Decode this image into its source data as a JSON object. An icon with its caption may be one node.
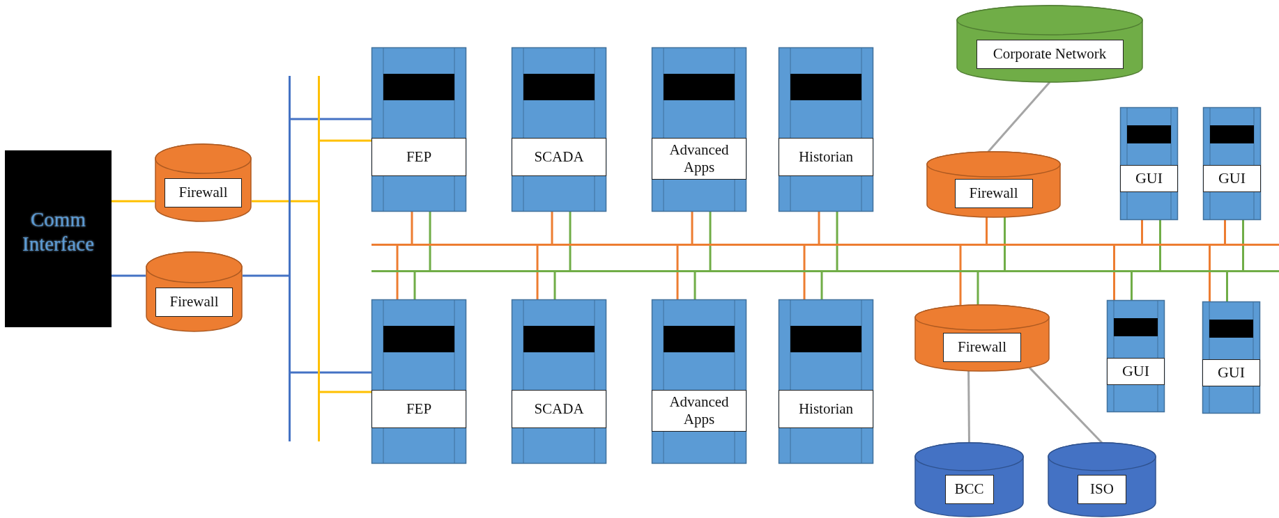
{
  "diagram": {
    "nodes": [
      {
        "text": [
          "Comm Interface"
        ]
      },
      {
        "text": [
          "Firewall"
        ]
      },
      {
        "text": [
          "Firewall"
        ]
      },
      {
        "text": [],
        "shape": "bar"
      },
      {
        "text": [],
        "shape": "bar"
      },
      {
        "text": [
          "FEP"
        ]
      },
      {
        "text": [
          "SCADA"
        ]
      },
      {
        "text": [
          "Advanced Apps"
        ]
      },
      {
        "text": [
          "Historian"
        ]
      },
      {
        "text": [],
        "shape": "bar"
      },
      {
        "text": [],
        "shape": "bar"
      },
      {
        "text": [
          "FEP"
        ]
      },
      {
        "text": [
          "SCADA"
        ]
      },
      {
        "text": [
          "Advanced Apps"
        ]
      },
      {
        "text": [
          "Historian"
        ]
      },
      {
        "text": [
          "Corporate Network"
        ]
      },
      {
        "text": [
          "Firewall"
        ]
      },
      {
        "text": [
          "Firewall"
        ]
      },
      {
        "text": [
          "BCC"
        ]
      },
      {
        "text": [
          "ISO"
        ]
      },
      {
        "text": [
          "GUI"
        ]
      },
      {
        "text": [
          "GUI"
        ]
      },
      {
        "text": [
          "GUI"
        ]
      },
      {
        "text": [
          "GUI"
        ]
      }
    ],
    "edges": [
      {
        "from": 0,
        "to": 1,
        "arrow": "none",
        "color": "#ffc000"
      },
      {
        "from": 1,
        "to": 4,
        "arrow": "none",
        "color": "#ffc000"
      },
      {
        "from": 0,
        "to": 2,
        "arrow": "none",
        "color": "#4472c4"
      },
      {
        "from": 2,
        "to": 3,
        "arrow": "none",
        "color": "#4472c4"
      },
      {
        "from": 3,
        "to": 5,
        "arrow": "none",
        "color": "#4472c4"
      },
      {
        "from": 4,
        "to": 5,
        "arrow": "none",
        "color": "#ffc000"
      },
      {
        "from": 3,
        "to": 11,
        "arrow": "none",
        "color": "#4472c4"
      },
      {
        "from": 4,
        "to": 11,
        "arrow": "none",
        "color": "#ffc000"
      },
      {
        "from": 5,
        "to": 9,
        "arrow": "none",
        "color": "#ed7d31"
      },
      {
        "from": 5,
        "to": 10,
        "arrow": "none",
        "color": "#70ad47"
      },
      {
        "from": 6,
        "to": 9,
        "arrow": "none",
        "color": "#ed7d31"
      },
      {
        "from": 6,
        "to": 10,
        "arrow": "none",
        "color": "#70ad47"
      },
      {
        "from": 7,
        "to": 9,
        "arrow": "none",
        "color": "#ed7d31"
      },
      {
        "from": 7,
        "to": 10,
        "arrow": "none",
        "color": "#70ad47"
      },
      {
        "from": 8,
        "to": 9,
        "arrow": "none",
        "color": "#ed7d31"
      },
      {
        "from": 8,
        "to": 10,
        "arrow": "none",
        "color": "#70ad47"
      },
      {
        "from": 11,
        "to": 9,
        "arrow": "none",
        "color": "#ed7d31"
      },
      {
        "from": 11,
        "to": 10,
        "arrow": "none",
        "color": "#70ad47"
      },
      {
        "from": 12,
        "to": 9,
        "arrow": "none",
        "color": "#ed7d31"
      },
      {
        "from": 12,
        "to": 10,
        "arrow": "none",
        "color": "#70ad47"
      },
      {
        "from": 13,
        "to": 9,
        "arrow": "none",
        "color": "#ed7d31"
      },
      {
        "from": 13,
        "to": 10,
        "arrow": "none",
        "color": "#70ad47"
      },
      {
        "from": 14,
        "to": 9,
        "arrow": "none",
        "color": "#ed7d31"
      },
      {
        "from": 14,
        "to": 10,
        "arrow": "none",
        "color": "#70ad47"
      },
      {
        "from": 16,
        "to": 9,
        "arrow": "none",
        "color": "#ed7d31"
      },
      {
        "from": 16,
        "to": 10,
        "arrow": "none",
        "color": "#70ad47"
      },
      {
        "from": 17,
        "to": 9,
        "arrow": "none",
        "color": "#ed7d31"
      },
      {
        "from": 17,
        "to": 10,
        "arrow": "none",
        "color": "#70ad47"
      },
      {
        "from": 20,
        "to": 9,
        "arrow": "none",
        "color": "#ed7d31"
      },
      {
        "from": 20,
        "to": 10,
        "arrow": "none",
        "color": "#70ad47"
      },
      {
        "from": 21,
        "to": 9,
        "arrow": "none",
        "color": "#ed7d31"
      },
      {
        "from": 21,
        "to": 10,
        "arrow": "none",
        "color": "#70ad47"
      },
      {
        "from": 22,
        "to": 9,
        "arrow": "none",
        "color": "#ed7d31"
      },
      {
        "from": 22,
        "to": 10,
        "arrow": "none",
        "color": "#70ad47"
      },
      {
        "from": 23,
        "to": 9,
        "arrow": "none",
        "color": "#ed7d31"
      },
      {
        "from": 23,
        "to": 10,
        "arrow": "none",
        "color": "#70ad47"
      },
      {
        "from": 15,
        "to": 16,
        "arrow": "none",
        "color": "#a5a5a5"
      },
      {
        "from": 17,
        "to": 18,
        "arrow": "none",
        "color": "#a5a5a5"
      },
      {
        "from": 17,
        "to": 19,
        "arrow": "none",
        "color": "#a5a5a5"
      }
    ]
  }
}
